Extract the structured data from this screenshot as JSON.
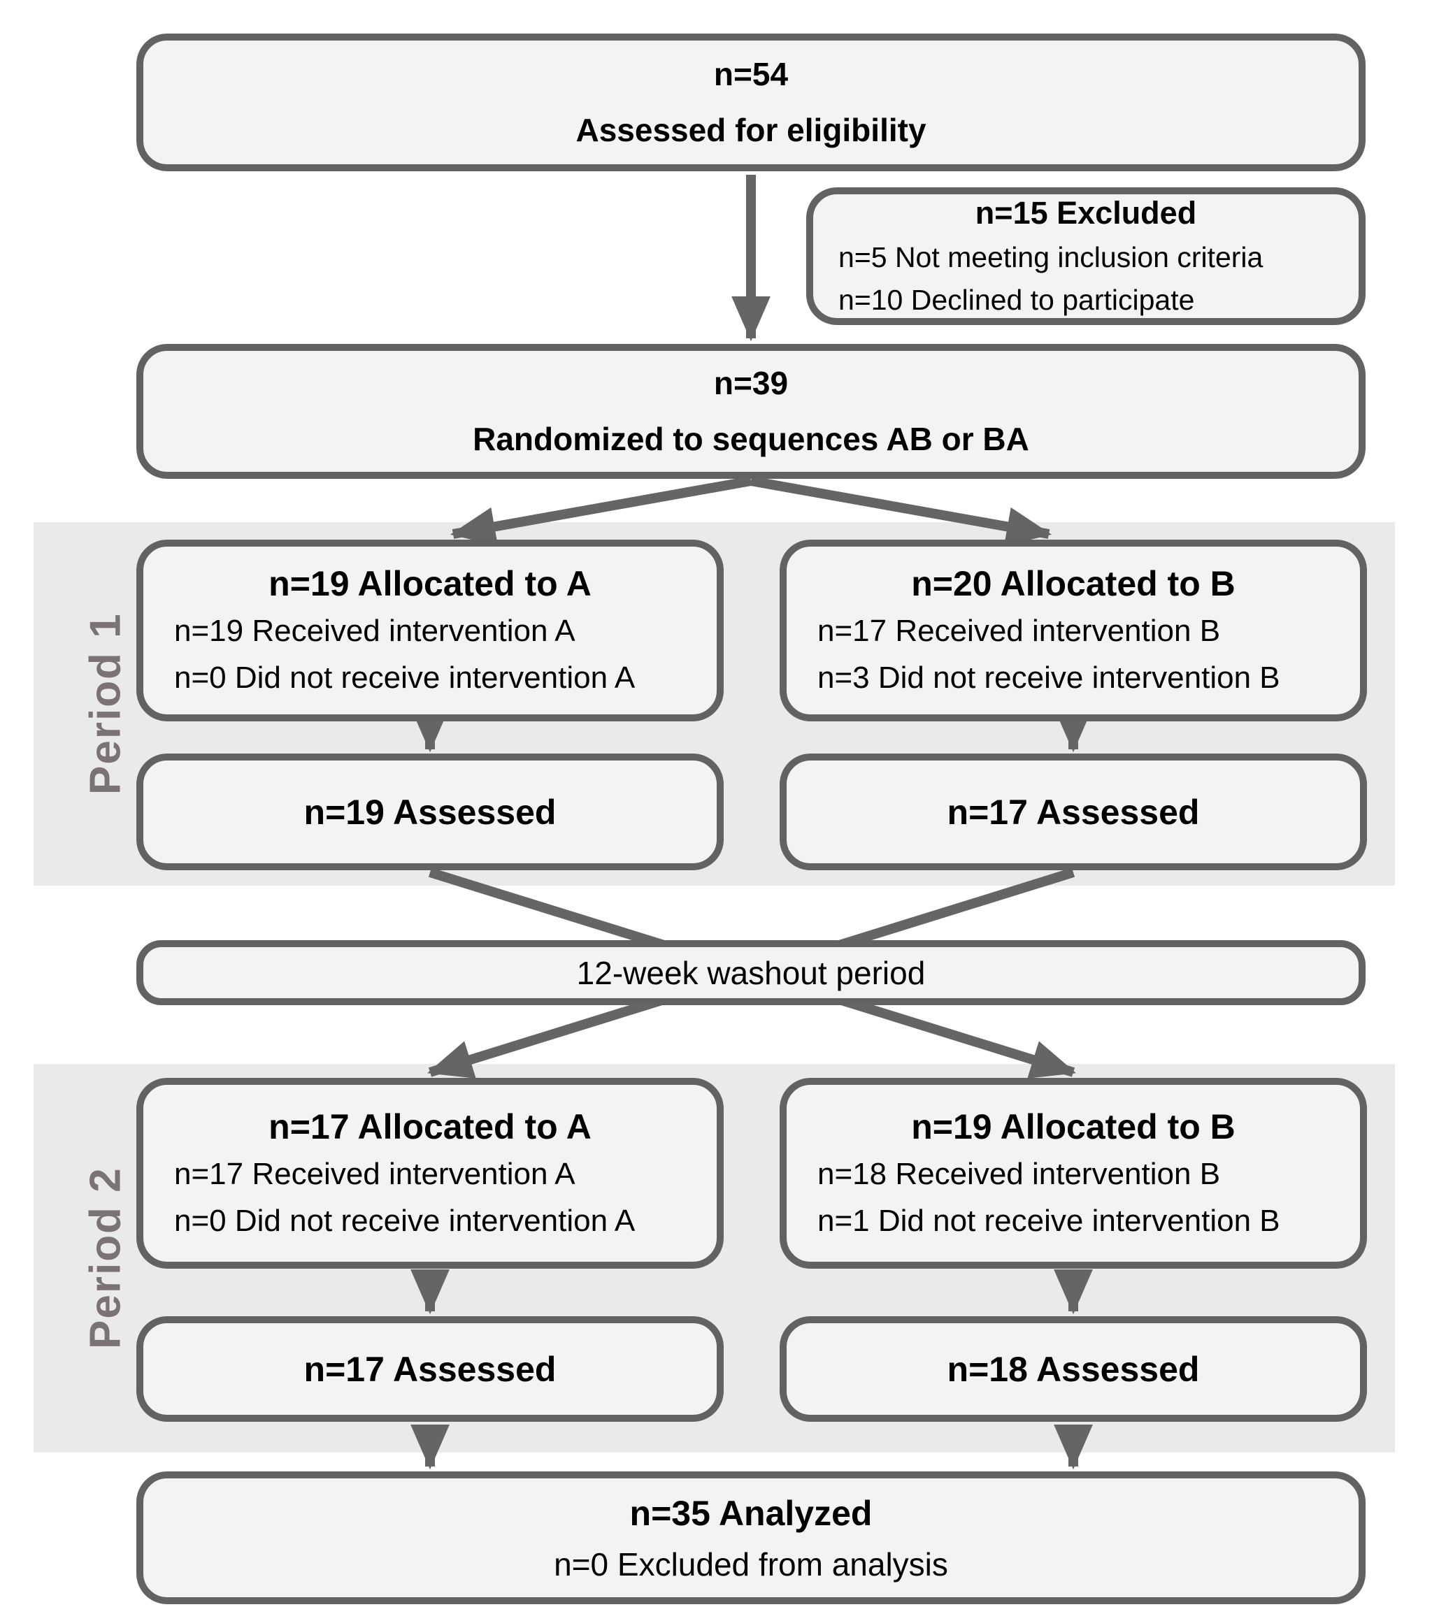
{
  "colors": {
    "border": "#636261",
    "box_fill": "#f4f3f2",
    "band_fill": "#ebeaea",
    "arrow": "#666564",
    "period_label": "#7b7373",
    "text": "#000000",
    "page_bg": "#ffffff"
  },
  "flow": {
    "eligibility": {
      "n": "n=54",
      "label": "Assessed for eligibility"
    },
    "excluded": {
      "title": "n=15 Excluded",
      "reasons": [
        "n=5 Not meeting inclusion criteria",
        "n=10 Declined to participate"
      ]
    },
    "randomized": {
      "n": "n=39",
      "label": "Randomized to sequences AB or BA"
    },
    "period1": {
      "label": "Period 1",
      "allocated_a": {
        "title": "n=19 Allocated to A",
        "details": [
          "n=19 Received intervention A",
          "n=0 Did not receive intervention A"
        ]
      },
      "allocated_b": {
        "title": "n=20 Allocated to B",
        "details": [
          "n=17 Received intervention B",
          "n=3 Did not receive intervention B"
        ]
      },
      "assessed_a": "n=19 Assessed",
      "assessed_b": "n=17 Assessed"
    },
    "washout": {
      "label": "12-week washout period"
    },
    "period2": {
      "label": "Period 2",
      "allocated_a": {
        "title": "n=17 Allocated to A",
        "details": [
          "n=17 Received intervention A",
          "n=0 Did not receive intervention A"
        ]
      },
      "allocated_b": {
        "title": "n=19 Allocated to B",
        "details": [
          "n=18 Received intervention B",
          "n=1 Did not receive intervention B"
        ]
      },
      "assessed_a": "n=17 Assessed",
      "assessed_b": "n=18 Assessed"
    },
    "analyzed": {
      "title": "n=35 Analyzed",
      "detail": "n=0 Excluded from analysis"
    }
  }
}
